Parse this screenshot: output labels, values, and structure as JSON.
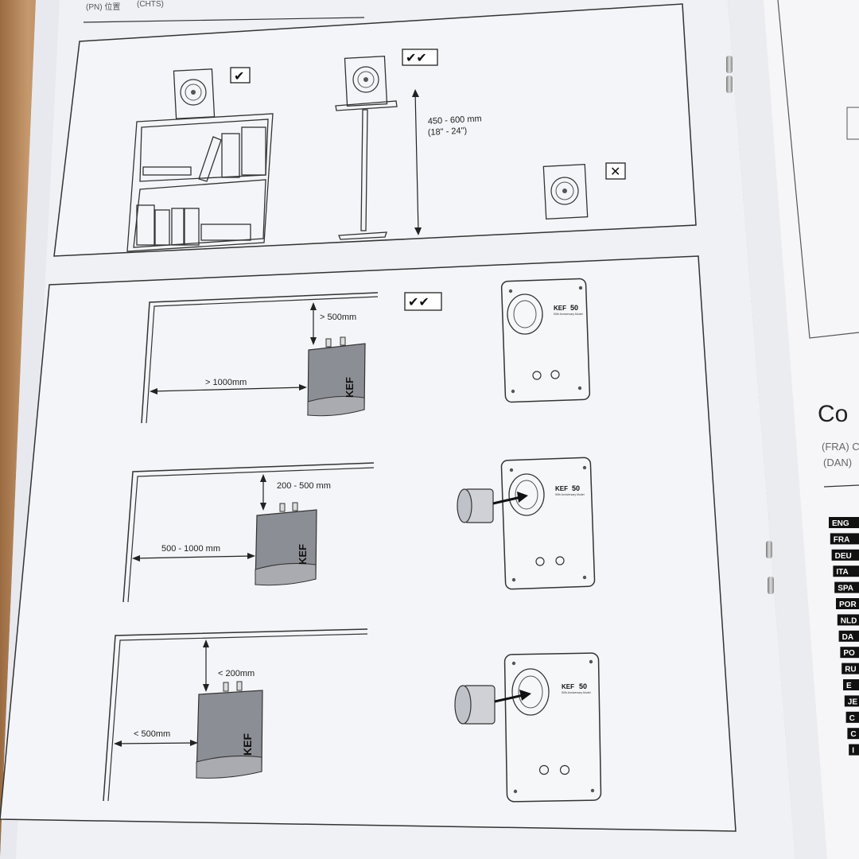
{
  "header": {
    "left_text": "(PN) 位置",
    "mid_text": "(CHTS)"
  },
  "top_panel": {
    "height_label": "450 - 600 mm",
    "height_label_in": "(18\" - 24\")",
    "marks": {
      "single": "✔",
      "double": "✔✔",
      "cross": "✕"
    }
  },
  "placements": [
    {
      "back_label": "> 500mm",
      "side_label": "> 1000mm",
      "mark": "✔✔",
      "brand": "KEF"
    },
    {
      "back_label": "200 - 500 mm",
      "side_label": "500 - 1000 mm",
      "brand": "KEF"
    },
    {
      "back_label": "< 200mm",
      "side_label": "< 500mm",
      "brand": "KEF"
    }
  ],
  "speaker_back": {
    "logo": "KEF",
    "logo_num": "50",
    "subtitle": "50th Anniversary Model"
  },
  "right_page": {
    "title": "Co",
    "sub1": "(FRA) C",
    "sub2": "(DAN)",
    "languages": [
      "ENG",
      "FRA",
      "DEU",
      "ITA",
      "SPA",
      "POR",
      "NLD",
      "DA",
      "PO",
      "RU",
      "E",
      "JE",
      "C",
      "C",
      "I"
    ]
  },
  "colors": {
    "paper": "#f2f3f6",
    "paper_right": "#f6f6f8",
    "ink": "#1a1a1a",
    "wood": "#b98a5e"
  }
}
